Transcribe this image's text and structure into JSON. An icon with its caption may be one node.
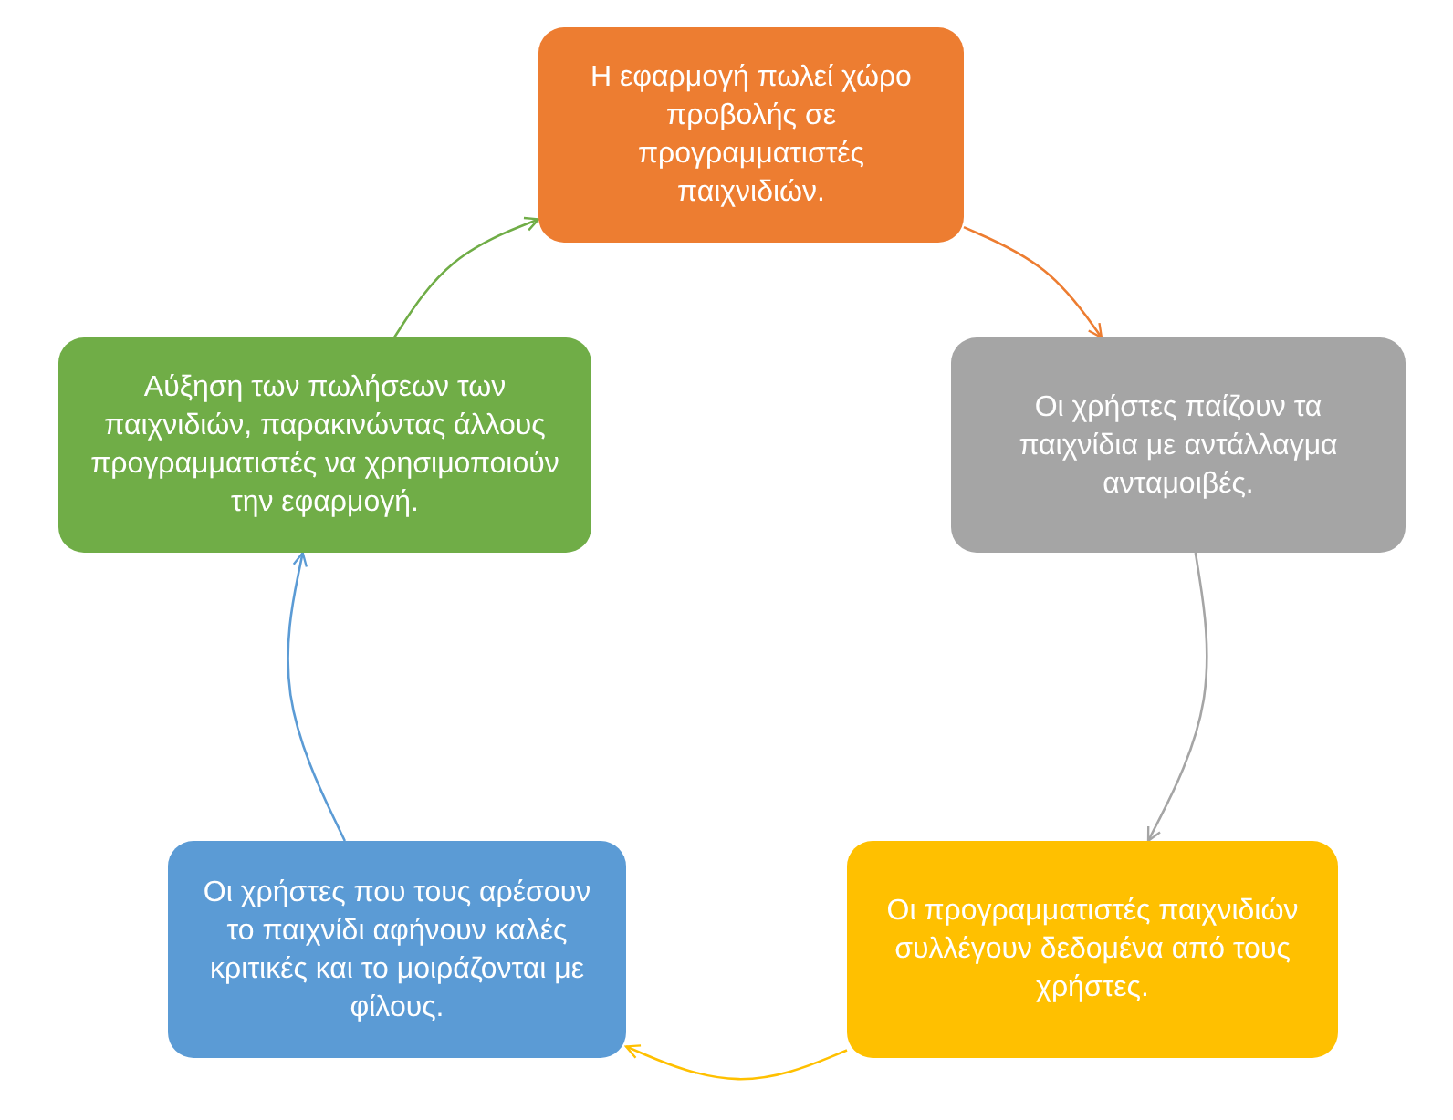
{
  "diagram": {
    "nodes": [
      {
        "text": [
          "Η εφαρμογή πωλεί χώρο προβολής σε προγραμματιστές παιχνιδιών."
        ]
      },
      {
        "text": [
          "Οι χρήστες παίζουν τα παιχνίδια με αντάλλαγμα ανταμοιβές."
        ]
      },
      {
        "text": [
          "Οι προγραμματιστές παιχνιδιών συλλέγουν δεδομένα από τους χρήστες."
        ]
      },
      {
        "text": [
          "Οι χρήστες που τους αρέσουν το παιχνίδι αφήνουν καλές κριτικές και το μοιράζονται με φίλους."
        ]
      },
      {
        "text": [
          "Αύξηση των πωλήσεων των παιχνιδιών, παρακινώντας άλλους προγραμματιστές να χρησιμοποιούν την εφαρμογή."
        ]
      }
    ],
    "edges": [
      {
        "from": 0,
        "to": 1,
        "arrow": "to",
        "color": "#ed7d31"
      },
      {
        "from": 1,
        "to": 2,
        "arrow": "to",
        "color": "#a5a5a5"
      },
      {
        "from": 2,
        "to": 3,
        "arrow": "to",
        "color": "#ffc000"
      },
      {
        "from": 3,
        "to": 4,
        "arrow": "to",
        "color": "#5b9bd5"
      },
      {
        "from": 4,
        "to": 0,
        "arrow": "to",
        "color": "#70ad47"
      }
    ]
  }
}
